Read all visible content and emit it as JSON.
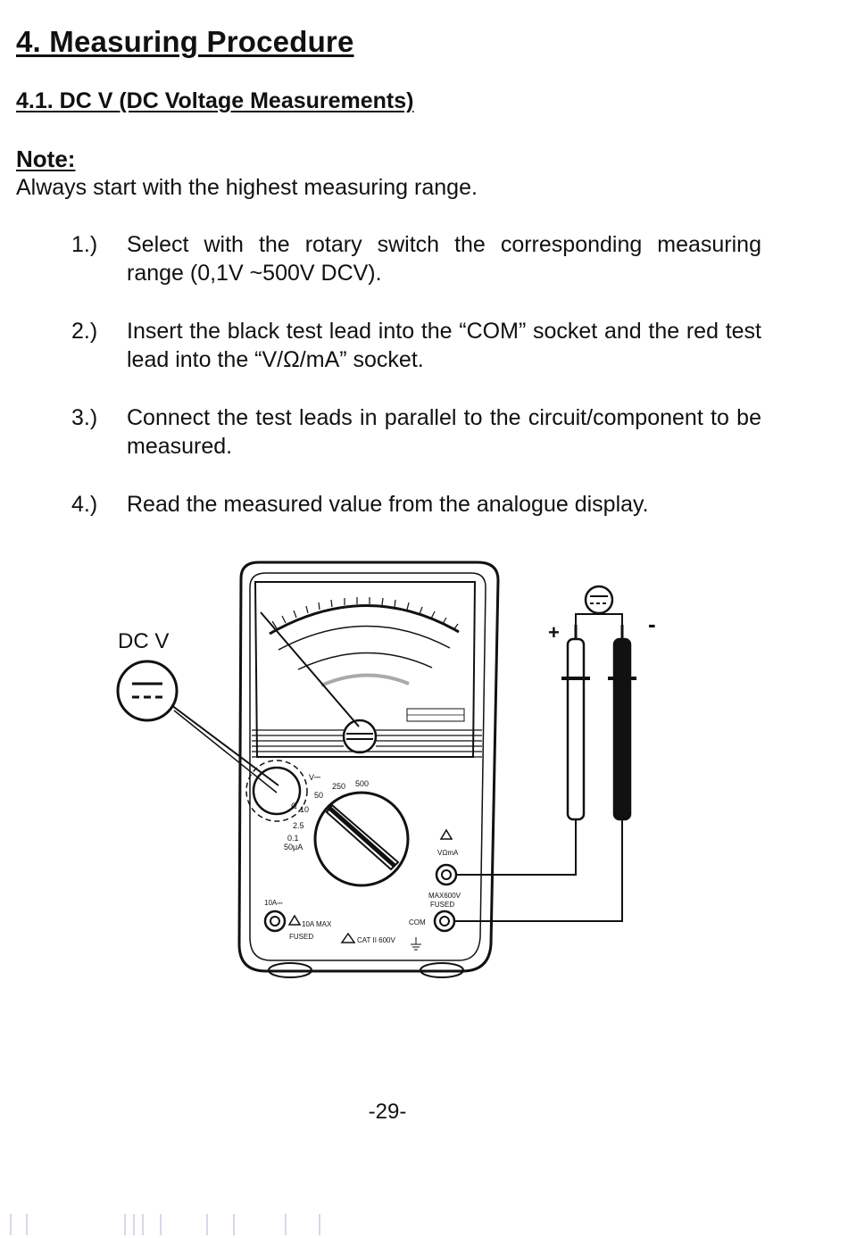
{
  "heading": "4. Measuring Procedure",
  "subheading": "4.1. DC V (DC Voltage Measurements)",
  "note": {
    "label": "Note:",
    "text": "Always start with the highest measuring range."
  },
  "steps": [
    {
      "num": "1.)",
      "text": "Select with the rotary switch the corresponding measuring range (0,1V ~500V DCV)."
    },
    {
      "num": "2.)",
      "text": "Insert the black test lead into the “COM” socket and the red test lead into the “V/Ω/mA” socket."
    },
    {
      "num": "3.)",
      "text": "Connect the test leads in parallel to the circuit/component to be measured."
    },
    {
      "num": "4.)",
      "text": "Read the measured value from the analogue display."
    }
  ],
  "figure": {
    "mode_label": "DC V",
    "plus_label": "+",
    "minus_label": "-",
    "dial_labels": {
      "v_dc": "V⎓",
      "r250": "250",
      "r500": "500",
      "r50": "50",
      "r10": "10",
      "ohm": "Ω",
      "r2_5": "2.5",
      "r0_1": "0.1",
      "r50ua": "50μA"
    },
    "socket_labels": {
      "vohm": "VΩmA",
      "max": "MAX600V",
      "fused": "FUSED",
      "com": "COM",
      "ten_a": "10A⎓",
      "ten_a_max": "10A MAX",
      "fused2": "FUSED",
      "cat": "CAT II 600V"
    }
  },
  "page_number": "-29-"
}
